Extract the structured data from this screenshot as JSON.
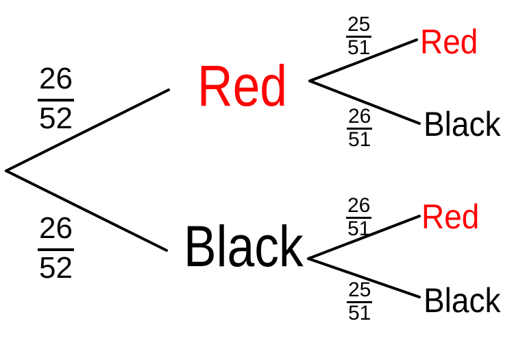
{
  "colors": {
    "red": "#ff0000",
    "black": "#000000",
    "line": "#000000",
    "background": "#ffffff"
  },
  "tree": {
    "first_draw": {
      "red": {
        "label": "Red",
        "prob_num": "26",
        "prob_den": "52"
      },
      "black": {
        "label": "Black",
        "prob_num": "26",
        "prob_den": "52"
      }
    },
    "second_draw": {
      "after_red": {
        "red": {
          "label": "Red",
          "prob_num": "25",
          "prob_den": "51"
        },
        "black": {
          "label": "Black",
          "prob_num": "26",
          "prob_den": "51"
        }
      },
      "after_black": {
        "red": {
          "label": "Red",
          "prob_num": "26",
          "prob_den": "51"
        },
        "black": {
          "label": "Black",
          "prob_num": "25",
          "prob_den": "51"
        }
      }
    }
  }
}
